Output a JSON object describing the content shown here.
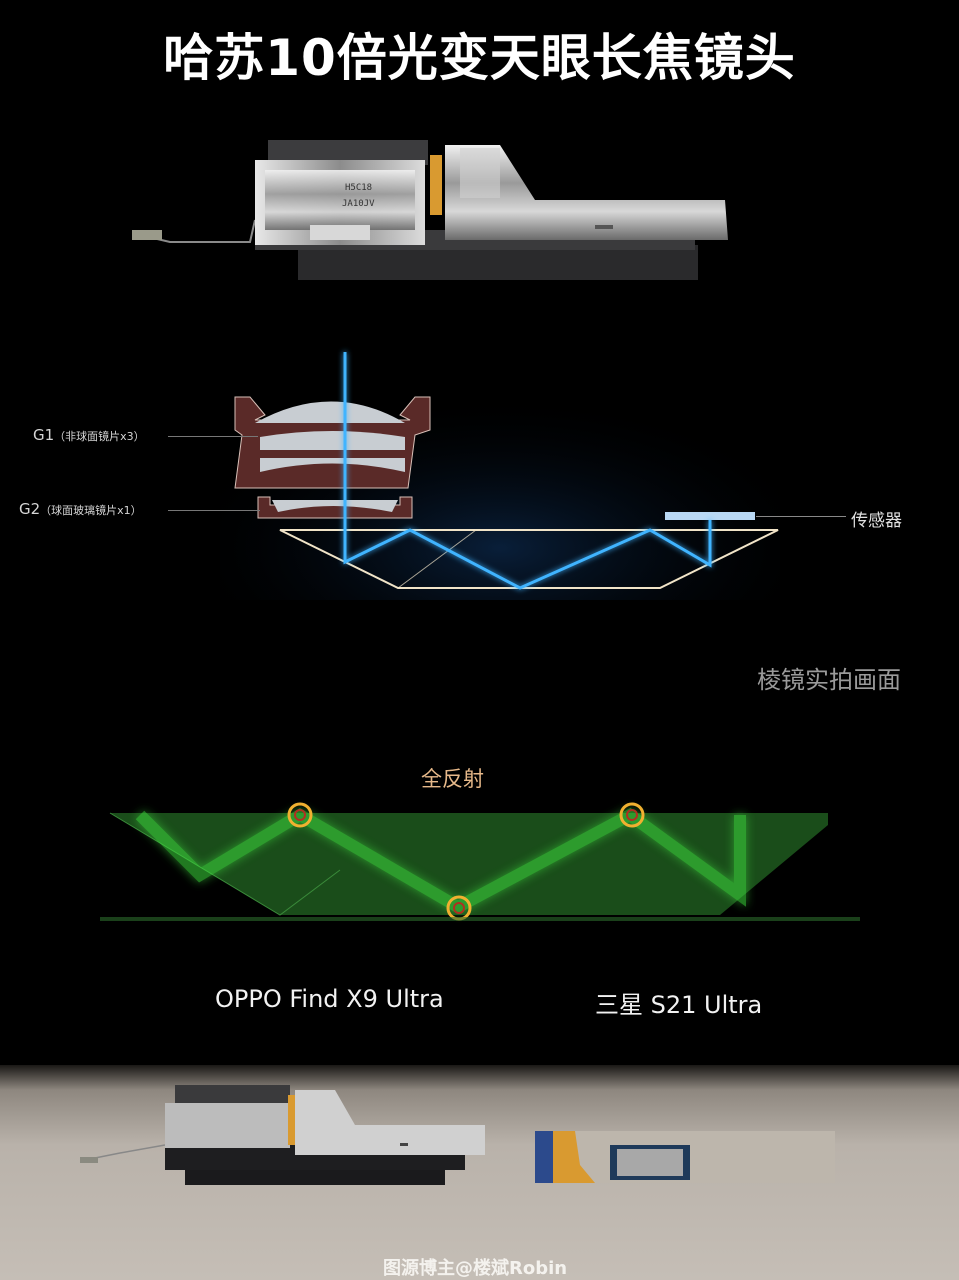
{
  "title": "哈苏10倍光变天眼长焦镜头",
  "module_photo": {
    "markings": [
      "H5C18",
      "JA10JV"
    ]
  },
  "diagram": {
    "g1_label": "G1",
    "g1_note": "（非球面镜片x3）",
    "g2_label": "G2",
    "g2_note": "（球面玻璃镜片x1）",
    "sensor_label": "传感器",
    "colors": {
      "light_ray": "#3fb4ff",
      "prism_outline": "#f1e4c8",
      "lens_housing": "#5a2a28",
      "lens_glass": "#c8cdd2",
      "sensor": "#b9d8f4"
    }
  },
  "prism_photo": {
    "caption": "棱镜实拍画面",
    "annotation": "全反射",
    "colors": {
      "laser": "#3ddc3d",
      "marker": "#f0b030"
    }
  },
  "comparison": {
    "left_label": "OPPO Find X9 Ultra",
    "right_label": "三星 S21 Ultra"
  },
  "credit": "图源博主@楼斌Robin"
}
